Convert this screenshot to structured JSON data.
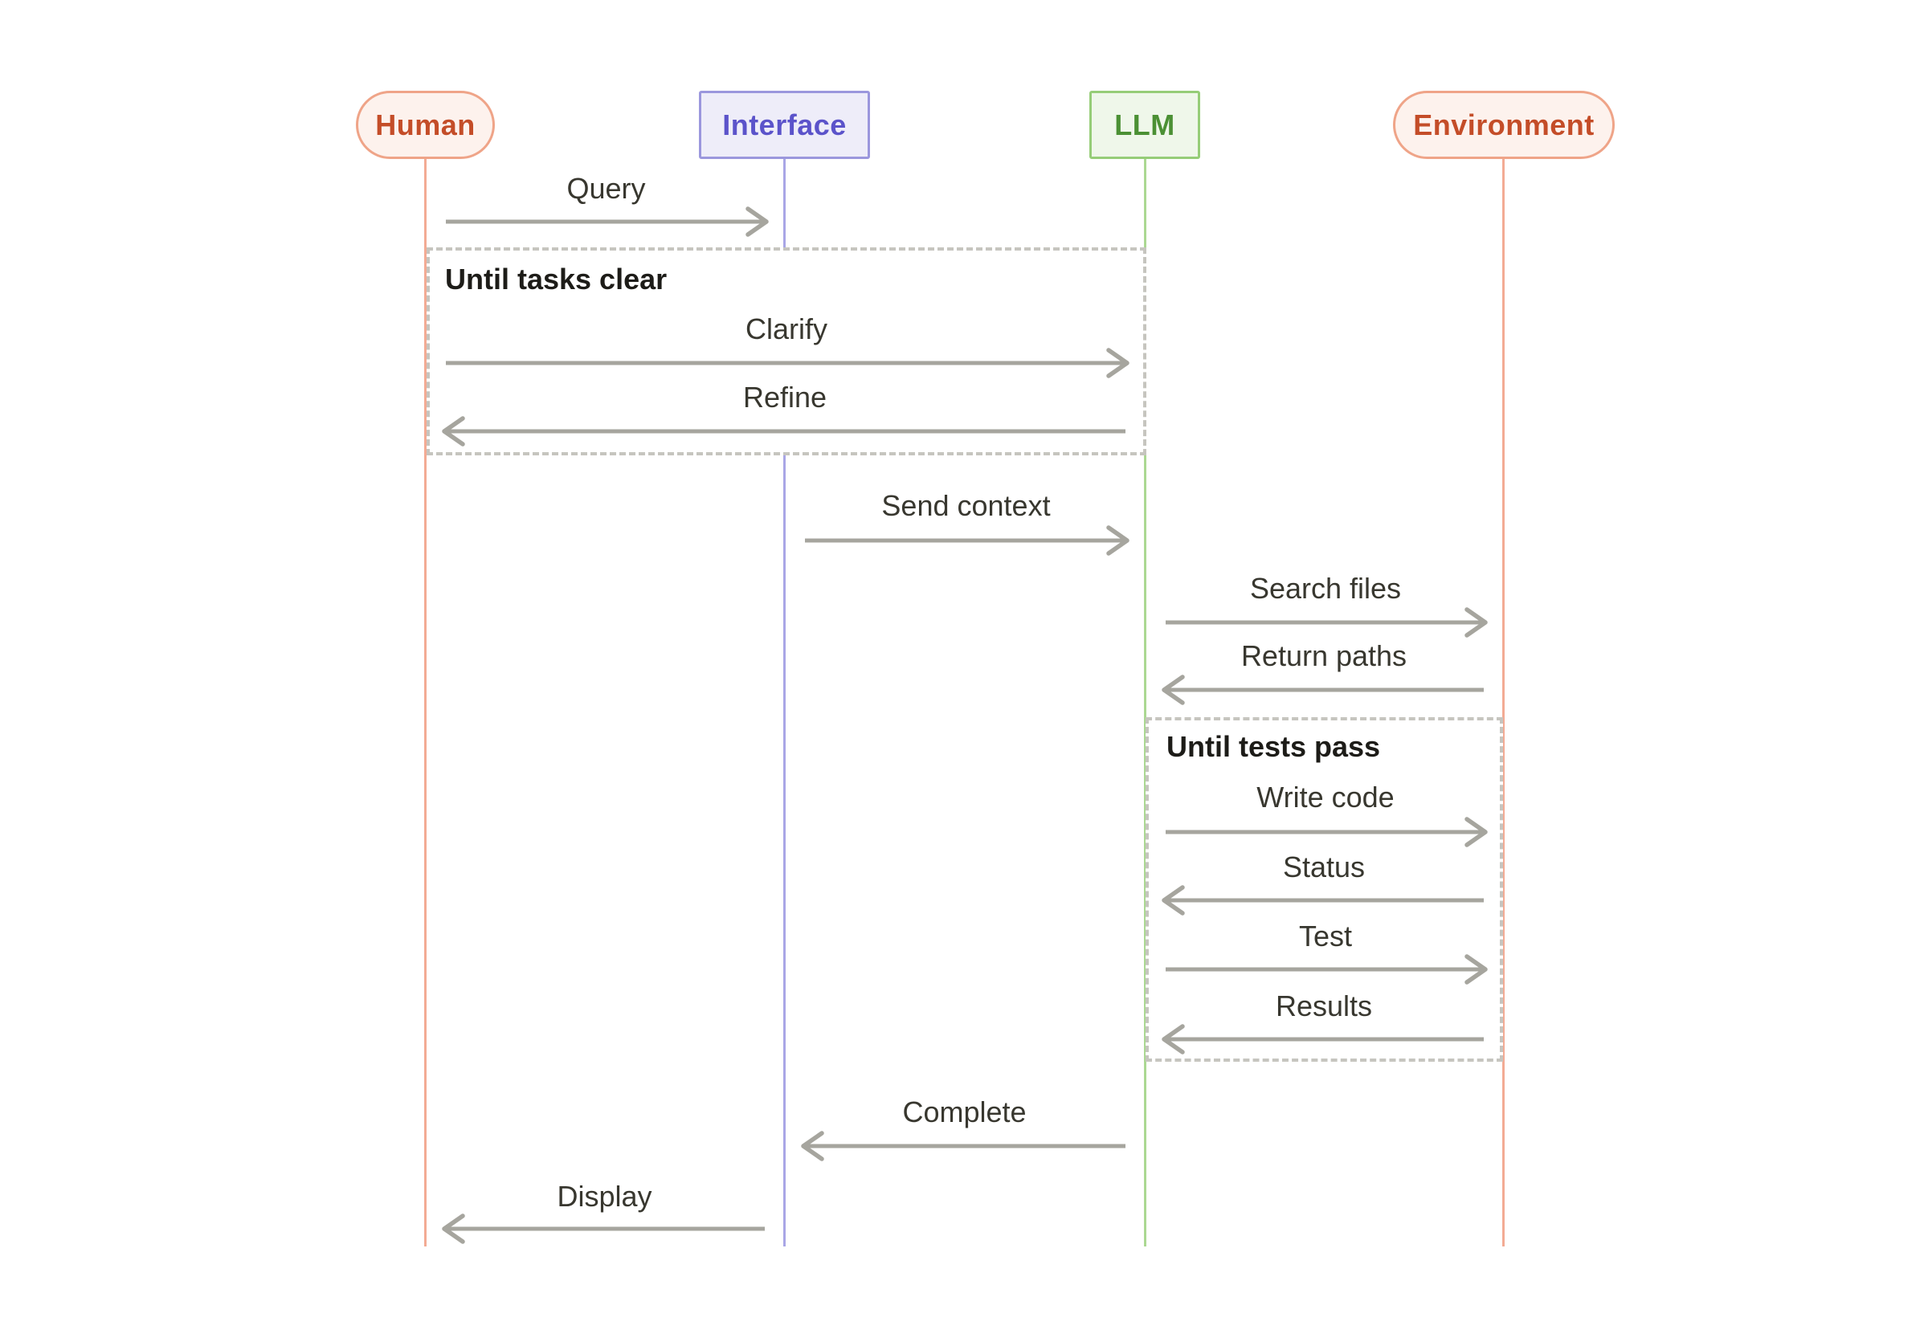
{
  "diagram": {
    "type": "sequence-diagram",
    "background_color": "#ffffff",
    "actors": [
      {
        "id": "human",
        "label": "Human",
        "shape": "pill",
        "fill": "#fdf2ed",
        "border_color": "#efa488",
        "text_color": "#c44d28",
        "lifeline_color": "#f3ab94"
      },
      {
        "id": "interface",
        "label": "Interface",
        "shape": "rect",
        "fill": "#eeedf9",
        "border_color": "#9b97dd",
        "text_color": "#5b53ca",
        "lifeline_color": "#a9a6e6"
      },
      {
        "id": "llm",
        "label": "LLM",
        "shape": "rect",
        "fill": "#eff7ea",
        "border_color": "#96cd78",
        "text_color": "#4b9034",
        "lifeline_color": "#abd892"
      },
      {
        "id": "environment",
        "label": "Environment",
        "shape": "pill",
        "fill": "#fdf2ed",
        "border_color": "#efa488",
        "text_color": "#c44d28",
        "lifeline_color": "#f3ab94"
      }
    ],
    "messages": [
      {
        "label": "Query",
        "from": "human",
        "to": "interface"
      },
      {
        "label": "Clarify",
        "from": "human",
        "to": "llm",
        "loop": "Until tasks clear"
      },
      {
        "label": "Refine",
        "from": "llm",
        "to": "human",
        "loop": "Until tasks clear"
      },
      {
        "label": "Send context",
        "from": "interface",
        "to": "llm"
      },
      {
        "label": "Search files",
        "from": "llm",
        "to": "environment"
      },
      {
        "label": "Return paths",
        "from": "environment",
        "to": "llm"
      },
      {
        "label": "Write code",
        "from": "llm",
        "to": "environment",
        "loop": "Until tests pass"
      },
      {
        "label": "Status",
        "from": "environment",
        "to": "llm",
        "loop": "Until tests pass"
      },
      {
        "label": "Test",
        "from": "llm",
        "to": "environment",
        "loop": "Until tests pass"
      },
      {
        "label": "Results",
        "from": "environment",
        "to": "llm",
        "loop": "Until tests pass"
      },
      {
        "label": "Complete",
        "from": "llm",
        "to": "interface"
      },
      {
        "label": "Display",
        "from": "interface",
        "to": "human"
      }
    ],
    "loops": [
      {
        "label": "Until tasks clear",
        "spans": [
          "human",
          "llm"
        ]
      },
      {
        "label": "Until tests pass",
        "spans": [
          "llm",
          "environment"
        ]
      }
    ],
    "colors": {
      "arrow": "#a6a59e",
      "loop_border": "#c6c5bf",
      "loop_text": "#1d1c18",
      "message_text": "#38372f"
    }
  }
}
